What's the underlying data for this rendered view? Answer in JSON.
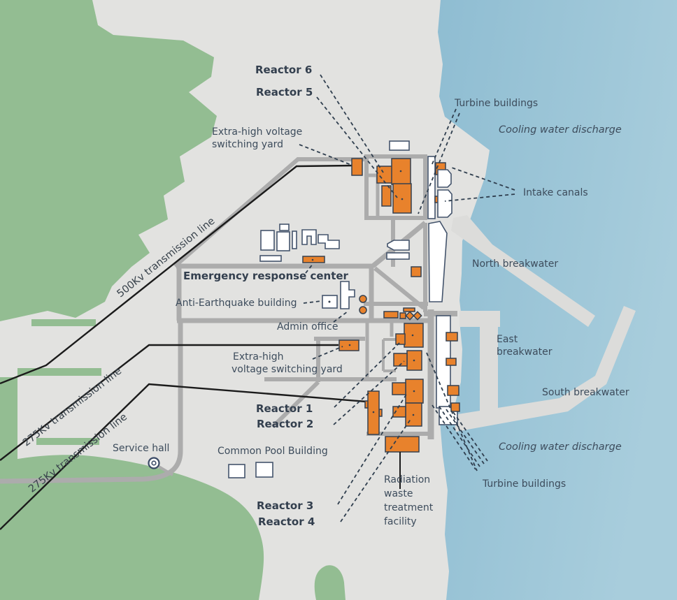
{
  "labels": {
    "reactor_6": "Reactor 6",
    "reactor_5": "Reactor 5",
    "ehv_yard_north_l1": "Extra-high voltage",
    "ehv_yard_north_l2": "switching yard",
    "turbine_buildings_north": "Turbine buildings",
    "cooling_water_discharge_north": "Cooling water discharge",
    "intake_canals": "Intake canals",
    "north_breakwater": "North breakwater",
    "emergency_response_center": "Emergency response center",
    "anti_earthquake_building": "Anti-Earthquake building",
    "admin_office": "Admin office",
    "ehv_yard_south_l1": "Extra-high",
    "ehv_yard_south_l2": "voltage switching yard",
    "reactor_1": "Reactor 1",
    "reactor_2": "Reactor 2",
    "east_breakwater_l1": "East",
    "east_breakwater_l2": "breakwater",
    "south_breakwater": "South breakwater",
    "service_hall": "Service hall",
    "common_pool_building": "Common Pool Building",
    "reactor_3": "Reactor 3",
    "reactor_4": "Reactor 4",
    "radiation_waste_l1": "Radiation",
    "radiation_waste_l2": "waste",
    "radiation_waste_l3": "treatment",
    "radiation_waste_l4": "facility",
    "cooling_water_discharge_south": "Cooling water discharge",
    "turbine_buildings_south": "Turbine buildings",
    "tx_500kv": "500Kv transmission line",
    "tx_275kv_a": "275Kv transmission line",
    "tx_275kv_b": "275Kv transmission line"
  },
  "colors": {
    "vegetation_green": "#93bd92",
    "land_gray": "#e2e2e0",
    "ocean_blue_light": "#a8cddc",
    "ocean_blue_deep": "#8fbdd2",
    "breakwater_gray": "#dcdcda",
    "road_gray": "#acacac",
    "building_orange": "#e8822c",
    "building_white": "#ffffff",
    "outline_navy": "#44546c",
    "text_navy": "#3d4c5c",
    "transmission_black": "#1b1b1b"
  }
}
